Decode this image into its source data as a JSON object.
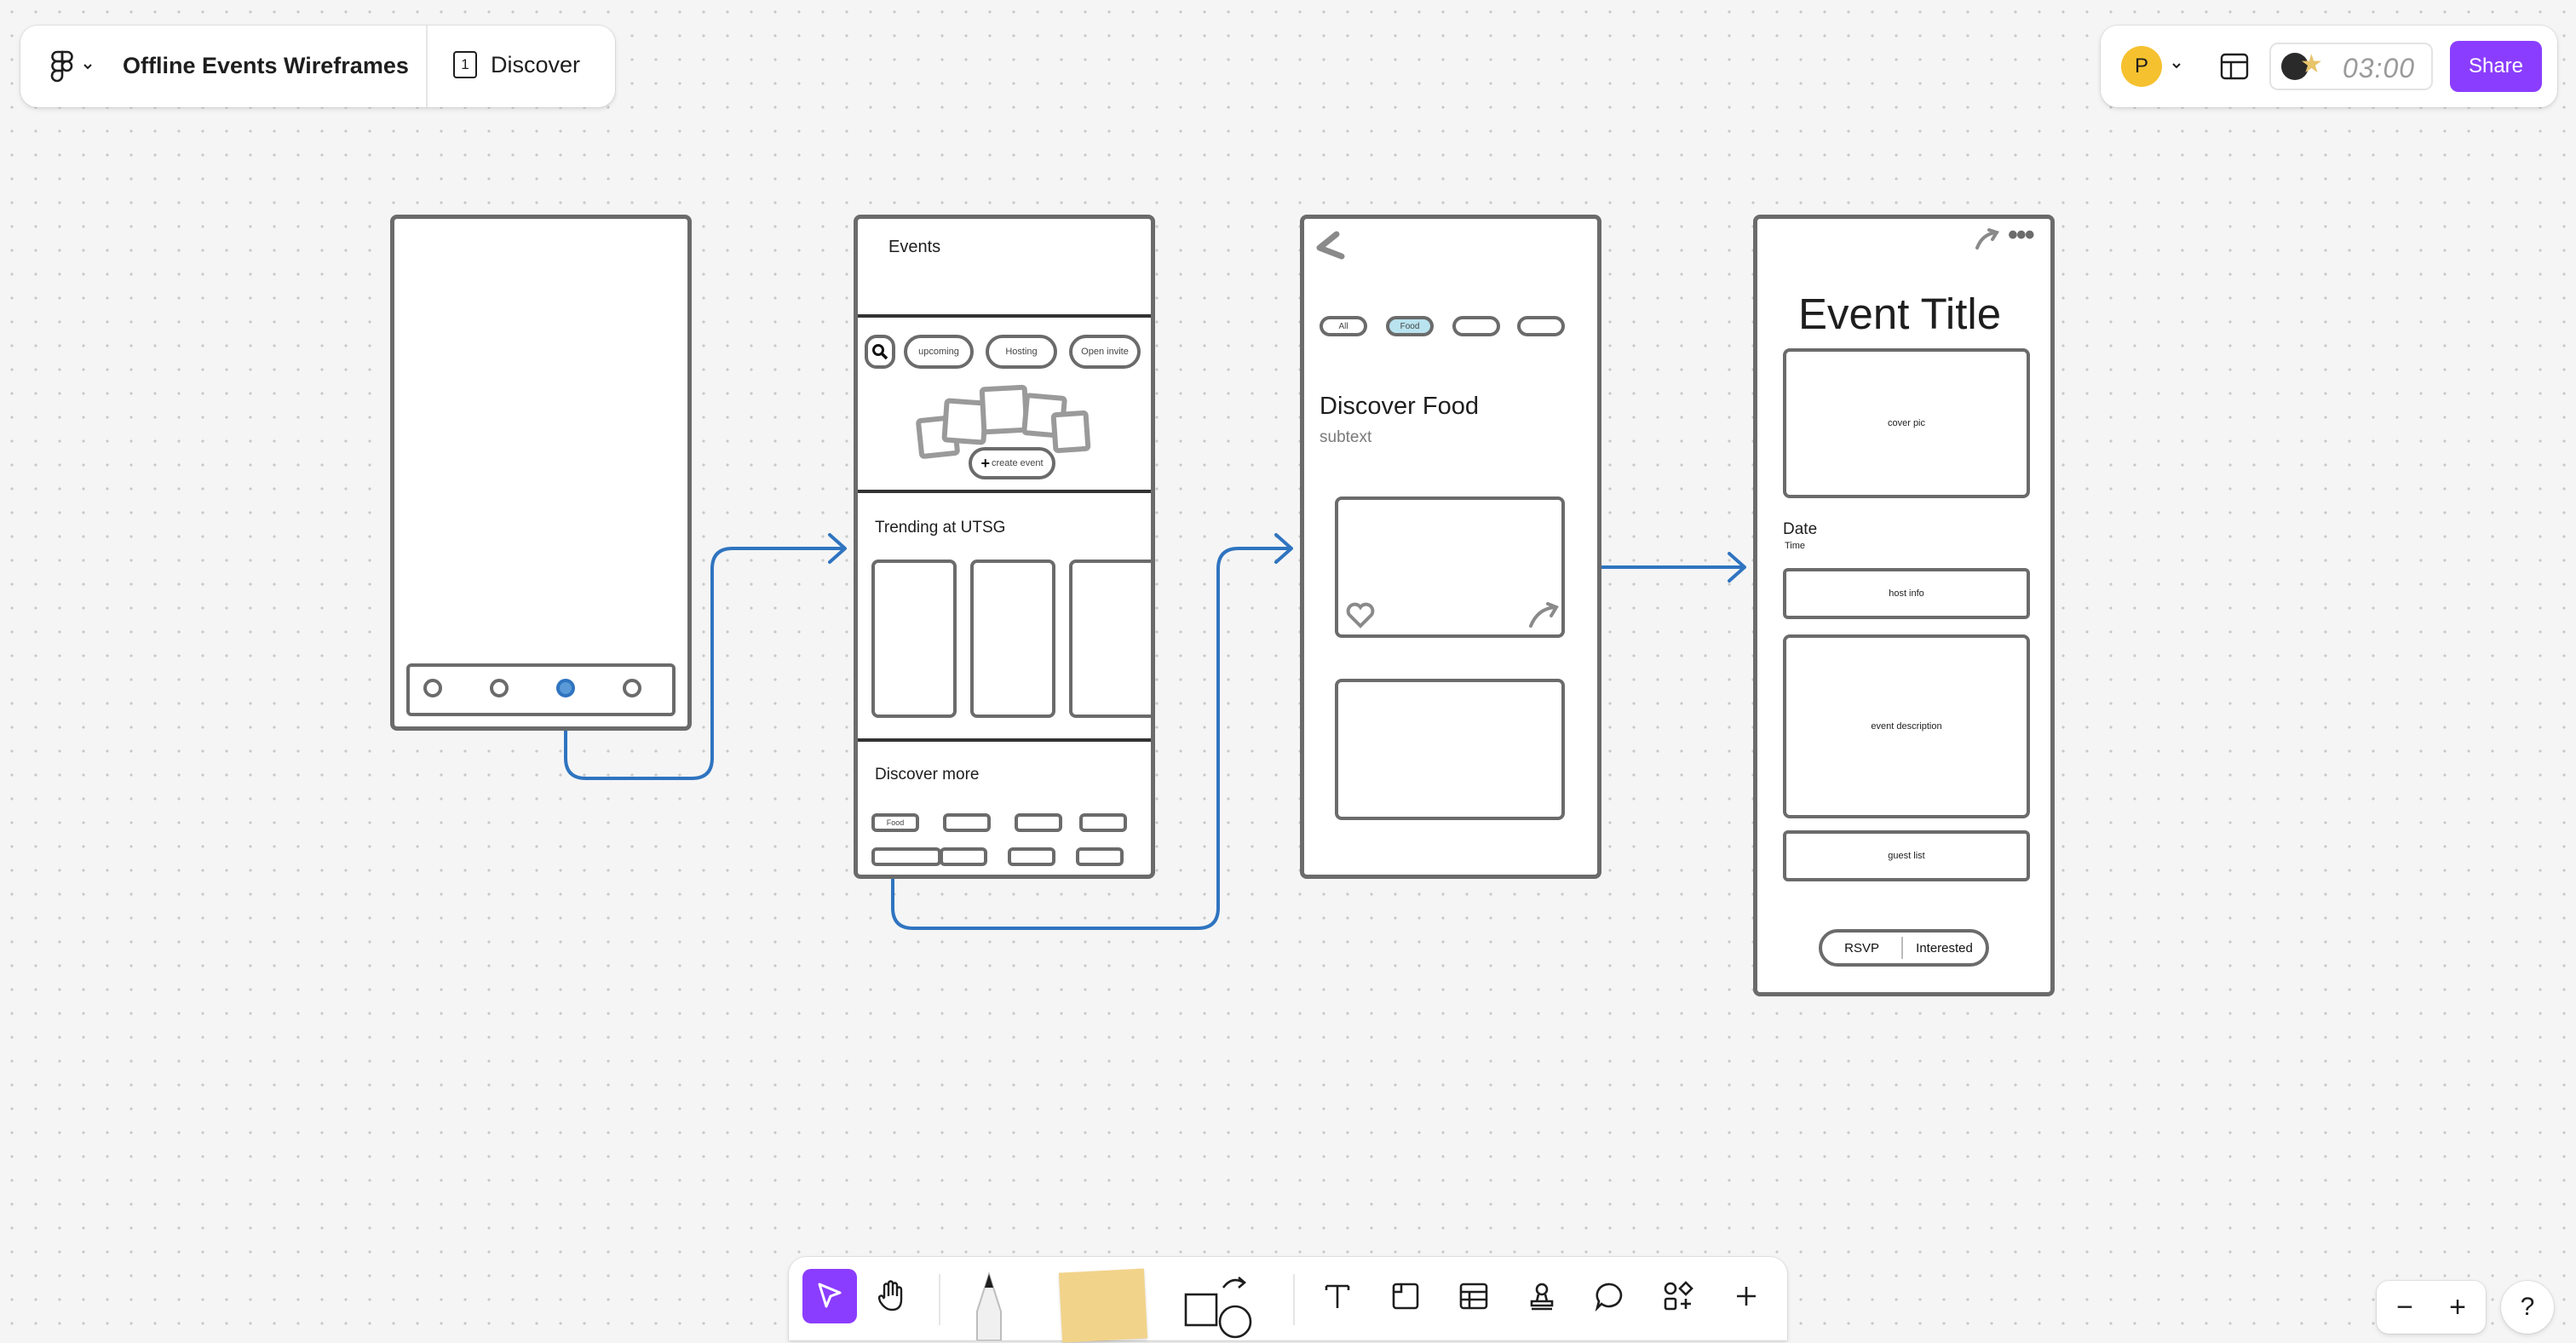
{
  "header": {
    "file_name": "Offline Events Wireframes",
    "page_number": "1",
    "page_name": "Discover",
    "avatar_letter": "P",
    "timer": "03:00",
    "share_label": "Share"
  },
  "colors": {
    "accent": "#8b3dff",
    "connector": "#2f74c0",
    "sketch": "#6b6b6b",
    "avatar": "#f6c12f",
    "chip_active": "#b9e3ef"
  },
  "frames": {
    "events": {
      "title": "Events",
      "chips": [
        "upcoming",
        "Hosting",
        "Open invite"
      ],
      "create_label": "create event",
      "trending_title": "Trending at UTSG",
      "discover_title": "Discover more",
      "food_chip": "Food"
    },
    "food": {
      "chips": [
        "All",
        "Food"
      ],
      "title": "Discover Food",
      "subtitle": "subtext"
    },
    "detail": {
      "title": "Event Title",
      "cover": "cover pic",
      "date": "Date",
      "time": "Time",
      "host": "host info",
      "description": "event description",
      "guests": "guest list",
      "rsvp": "RSVP",
      "interested": "Interested"
    }
  },
  "toolbar": {
    "tools": [
      "move-tool",
      "hand-tool",
      "pen-tool",
      "sticky-note-tool",
      "shape-tool",
      "text-tool",
      "section-tool",
      "table-tool",
      "stamp-tool",
      "comment-tool",
      "widgets-tool",
      "more-tool"
    ]
  },
  "zoom": {
    "out": "−",
    "in": "+",
    "help": "?"
  }
}
